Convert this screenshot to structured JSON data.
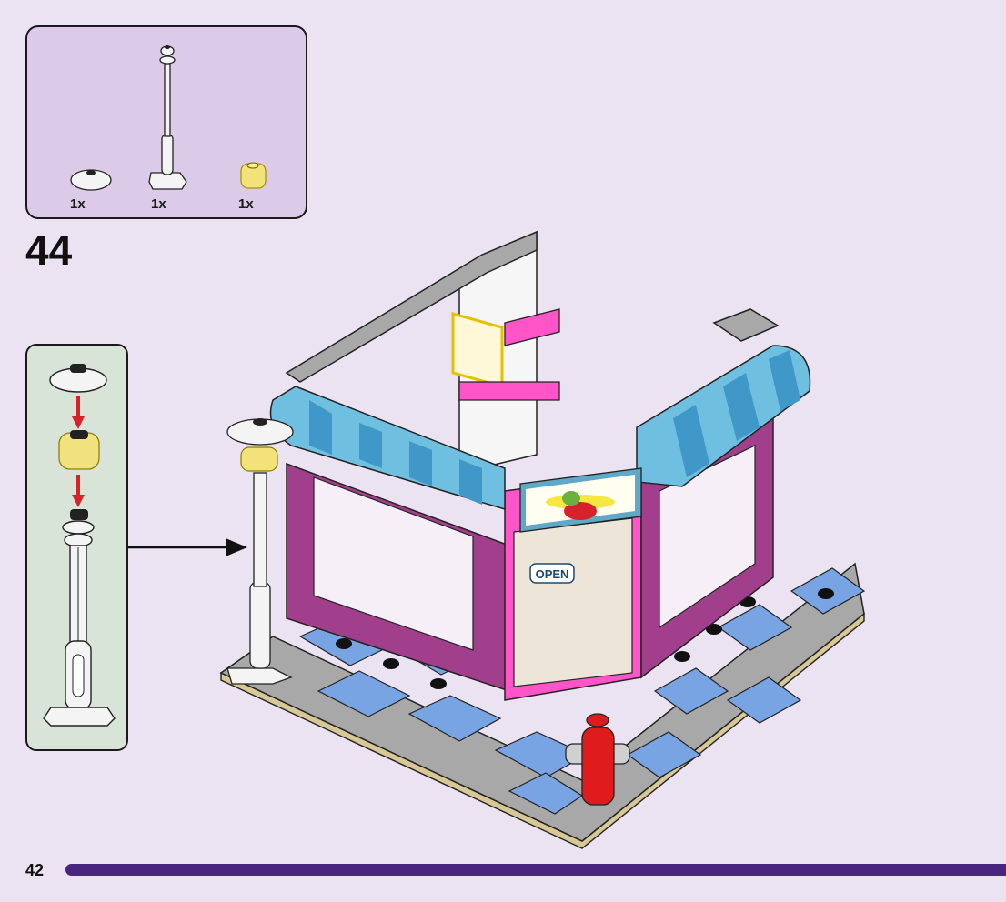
{
  "page": {
    "page_number": "42",
    "step_number": "44",
    "progress_bar_color": "#4a2580",
    "background_color": "#ece3f2"
  },
  "parts_list": {
    "items": [
      {
        "part": "round-dish-white",
        "quantity": "1x"
      },
      {
        "part": "lamp-post-white",
        "quantity": "1x"
      },
      {
        "part": "round-brick-trans-yellow",
        "quantity": "1x"
      }
    ]
  },
  "sub_assembly": {
    "steps": [
      "dish-white",
      "round-brick-trans-yellow",
      "lamp-post-white"
    ],
    "arrow_color": "#d7222a"
  },
  "model": {
    "sign_text": "OPEN",
    "colors": {
      "awning_light": "#6fbfe0",
      "awning_dark": "#3f98c8",
      "wall_magenta": "#a23f8c",
      "wall_pink": "#ff55c8",
      "tile_blue": "#78a4e4",
      "tile_gray": "#a8a8a8",
      "hydrant_red": "#e01b1b",
      "base_tan": "#d8c896"
    }
  }
}
